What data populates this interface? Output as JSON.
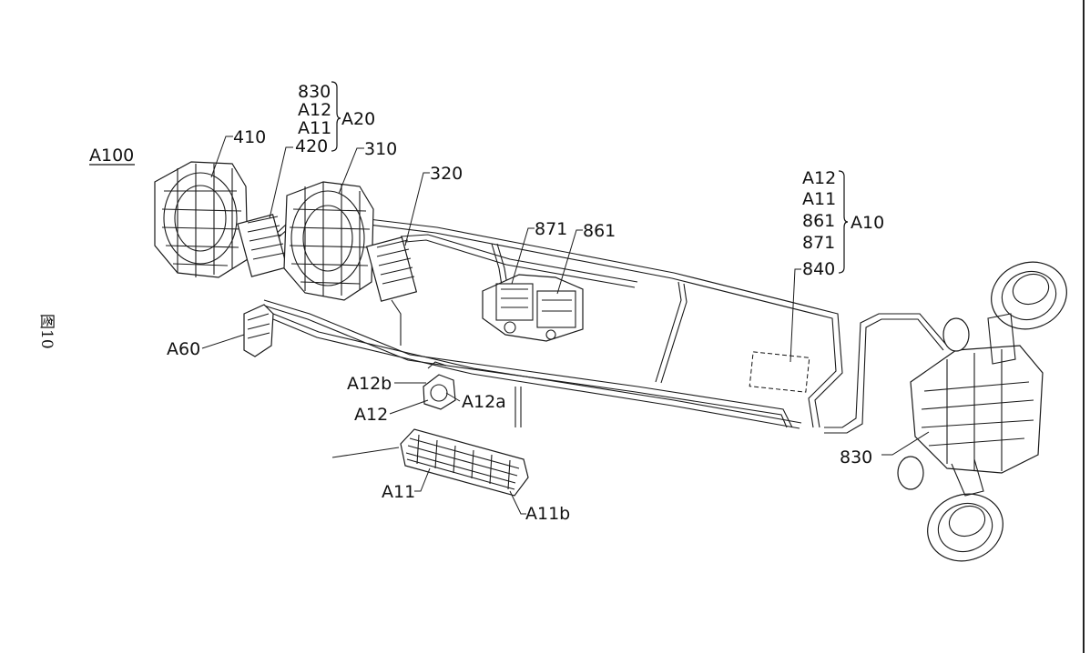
{
  "figure_caption": "图10",
  "assembly_label": "A100",
  "labels": {
    "l410": "410",
    "l420": "420",
    "l310": "310",
    "l320": "320",
    "l871": "871",
    "l861": "861",
    "l840": "840",
    "l830": "830",
    "lA60": "A60",
    "lA12b": "A12b",
    "lA12a": "A12a",
    "lA12": "A12",
    "lA11": "A11",
    "lA11b": "A11b"
  },
  "group_A20": {
    "name": "A20",
    "members": [
      "830",
      "A12",
      "A11",
      "420"
    ]
  },
  "group_A10": {
    "name": "A10",
    "members": [
      "A12",
      "A11",
      "861",
      "871",
      "840"
    ]
  }
}
